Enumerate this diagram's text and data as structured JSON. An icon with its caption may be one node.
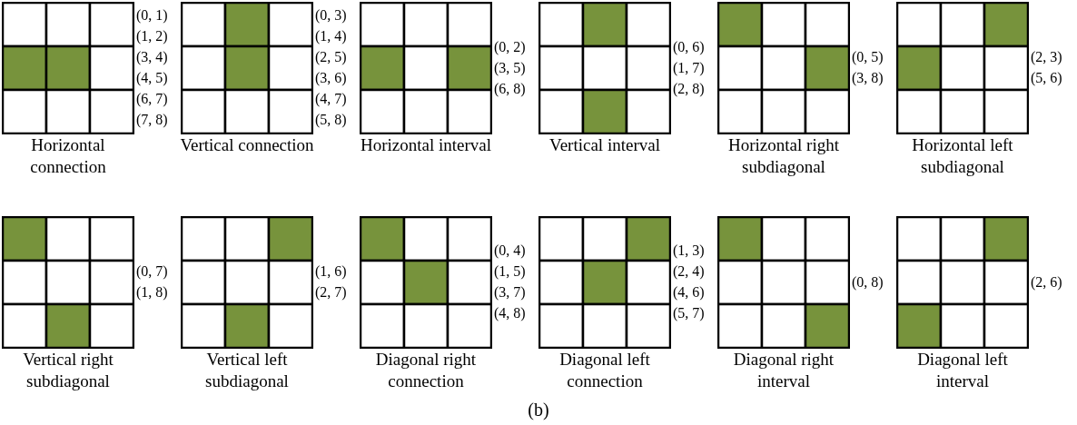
{
  "diagram": {
    "caption": "(b)",
    "labels": [
      "(0, 1)",
      "(1, 2)",
      "(3, 4)",
      "(4, 5)",
      "(6, 7)",
      "(7, 8)",
      "Horizontal connection",
      "(0, 3)",
      "(1, 4)",
      "(2, 5)",
      "(3, 6)",
      "(4, 7)",
      "(5, 8)",
      "Vertical connection",
      "(0, 2)",
      "(3, 5)",
      "(6, 8)",
      "Horizontal interval",
      "(0, 6)",
      "(1, 7)",
      "(2, 8)",
      "Vertical interval",
      "(0, 5)",
      "(3, 8)",
      "Horizontal right subdiagonal",
      "(2, 3)",
      "(5, 6)",
      "Horizontal left subdiagonal",
      "(0, 7)",
      "(1, 8)",
      "Vertical right subdiagonal",
      "(1, 6)",
      "(2, 7)",
      "Vertical left subdiagonal",
      "(0, 4)",
      "(1, 5)",
      "(3, 7)",
      "(4, 8)",
      "Diagonal right connection",
      "(1, 3)",
      "(2, 4)",
      "(4, 6)",
      "(5, 7)",
      "Diagonal left connection",
      "(0, 8)",
      "Diagonal right interval",
      "(2, 6)",
      "Diagonal left interval"
    ]
  }
}
